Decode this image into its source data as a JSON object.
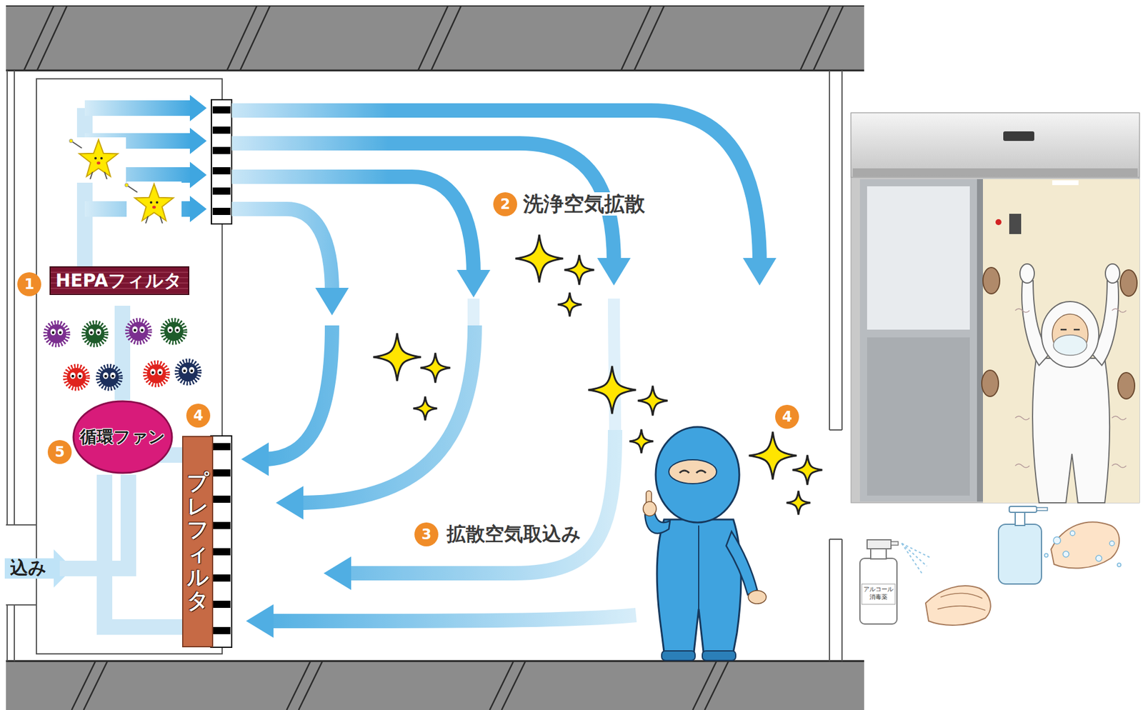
{
  "diagram": {
    "nodes": [
      {
        "text": [
          "HEPAフィルタ"
        ]
      },
      {
        "text": [
          "循環ファン"
        ]
      },
      {
        "text": [
          "プレフィルタ"
        ]
      }
    ],
    "labels": [
      "2",
      "洗浄空気拡散",
      "1",
      "4",
      "4",
      "5",
      "3",
      "拡散空気取込み",
      "込み",
      "アルコール 消毒薬"
    ]
  }
}
